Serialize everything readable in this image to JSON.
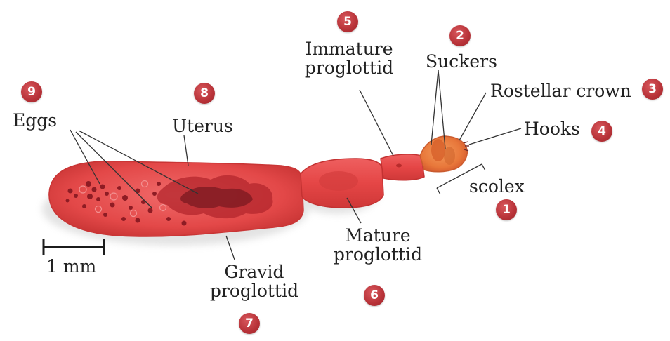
{
  "colors": {
    "body_red": "#e84c4c",
    "body_dark": "#c93a3a",
    "egg_dark": "#8e1c24",
    "scolex_orange": "#e8773a",
    "badge_red": "#b73238"
  },
  "labels": {
    "eggs": "Eggs",
    "uterus": "Uterus",
    "immature_line1": "Immature",
    "immature_line2": "proglottid",
    "suckers": "Suckers",
    "rostellar_crown": "Rostellar crown",
    "hooks": "Hooks",
    "scolex": "scolex",
    "mature_line1": "Mature",
    "mature_line2": "proglottid",
    "gravid_line1": "Gravid",
    "gravid_line2": "proglottid",
    "scale": "1 mm"
  },
  "badges": {
    "scolex": "1",
    "suckers": "2",
    "rostellar_crown": "3",
    "hooks": "4",
    "immature": "5",
    "mature": "6",
    "gravid": "7",
    "uterus": "8",
    "eggs": "9"
  }
}
